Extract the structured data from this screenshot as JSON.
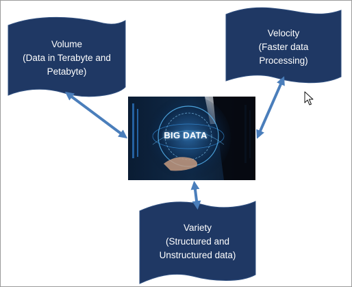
{
  "diagram": {
    "volume": {
      "title": "Volume",
      "line2": "(Data in Terabyte and",
      "line3": "Petabyte)"
    },
    "velocity": {
      "title": "Velocity",
      "line2": "(Faster data",
      "line3": "Processing)"
    },
    "variety": {
      "title": "Variety",
      "line2": "(Structured and",
      "line3": "Unstructured data)"
    },
    "center_image": {
      "caption": "BIG DATA"
    }
  },
  "colors": {
    "shape_fill": "#1f3864",
    "shape_stroke": "#2f4f80",
    "connector": "#4a7ebb",
    "image_bg": "#08182c",
    "image_glow": "#3fa9ff"
  }
}
